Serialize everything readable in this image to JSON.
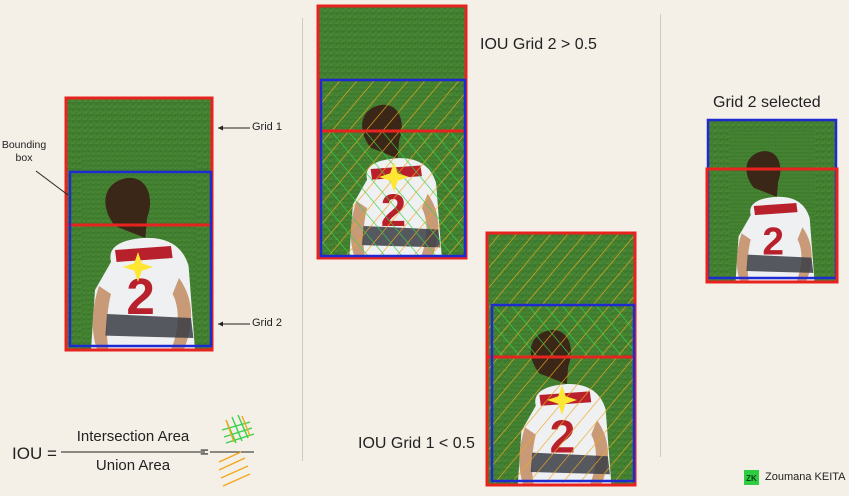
{
  "labels": {
    "bounding_box": "Bounding box",
    "grid1": "Grid 1",
    "grid2": "Grid 2",
    "iou_grid2": "IOU Grid 2 > 0.5",
    "iou_grid1": "IOU Grid 1 < 0.5",
    "grid2_selected": "Grid 2 selected",
    "jersey_number": "2"
  },
  "formula": {
    "lhs": "IOU =",
    "numerator": "Intersection Area",
    "denominator": "Union Area",
    "equals": "="
  },
  "author": {
    "logo_text": "ZK",
    "name": "Zoumana KEITA",
    "logo_color": "#2ecc40"
  },
  "colors": {
    "background": "#f4efe7",
    "grid_box": "#e8231f",
    "bounding_box": "#1f2bd0",
    "intersection_hatch": "#35d14a",
    "union_hatch": "#f2a81d",
    "star": "#ffe633",
    "grass": "#3f7a2f"
  }
}
